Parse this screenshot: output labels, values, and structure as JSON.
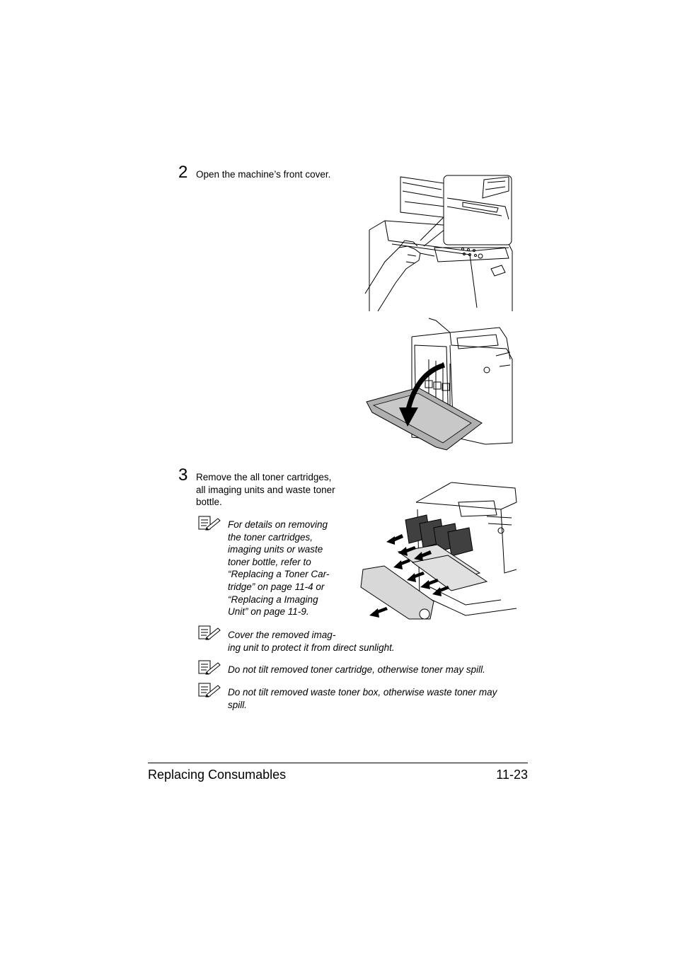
{
  "steps": [
    {
      "number": "2",
      "lines": [
        "Open the machine’s front cover."
      ]
    },
    {
      "number": "3",
      "lines": [
        "Remove the all toner cartridges,",
        "all imaging units and waste toner",
        "bottle."
      ]
    }
  ],
  "notes": [
    {
      "lines": [
        "For details on removing",
        "the toner cartridges,",
        "imaging units or waste",
        "toner bottle, refer to",
        "“Replacing a Toner Car-",
        "tridge” on page 11-4 or",
        "“Replacing a Imaging",
        "Unit” on page 11-9."
      ]
    },
    {
      "lines": [
        "Cover the removed imag-",
        "ing unit to protect it from direct sunlight."
      ]
    },
    {
      "lines": [
        "Do not tilt removed toner cartridge, otherwise toner may spill."
      ]
    },
    {
      "lines": [
        "Do not tilt removed waste toner box, otherwise waste toner may",
        "spill."
      ]
    }
  ],
  "footer": {
    "section": "Replacing Consumables",
    "page": "11-23"
  }
}
